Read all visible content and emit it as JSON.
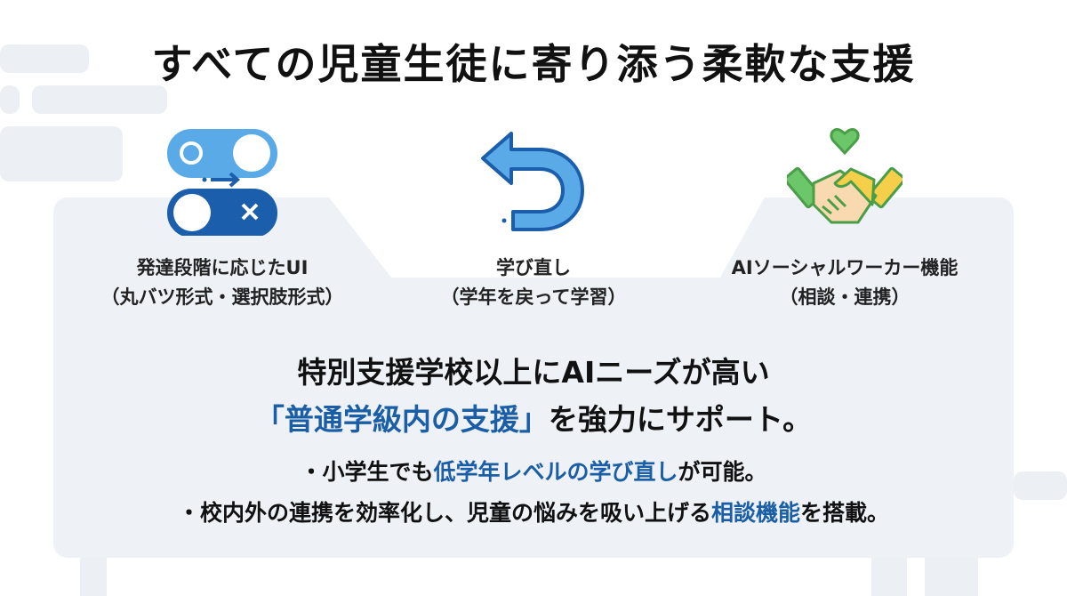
{
  "title": "すべての児童生徒に寄り添う柔軟な支援",
  "features": [
    {
      "icon": "toggle-switch-icon",
      "line1": "発達段階に応じたUI",
      "line2": "（丸バツ形式・選択肢形式）"
    },
    {
      "icon": "undo-arrow-icon",
      "line1": "学び直し",
      "line2": "（学年を戻って学習）"
    },
    {
      "icon": "handshake-heart-icon",
      "line1": "AIソーシャルワーカー機能",
      "line2": "（相談・連携）"
    }
  ],
  "main": {
    "line1": "特別支援学校以上にAIニーズが高い",
    "line2_highlight": "「普通学級内の支援」",
    "line2_rest": "を強力にサポート。"
  },
  "bullets": [
    {
      "pre": "・小学生でも",
      "hl": "低学年レベルの学び直し",
      "post": "が可能。"
    },
    {
      "pre": "・校内外の連携を効率化し、児童の悩みを吸い上げる",
      "hl": "相談機能",
      "post": "を搭載。"
    }
  ],
  "colors": {
    "accent": "#1a5ea6",
    "light_blue": "#5aaae8",
    "dark_blue": "#1b5eab",
    "green": "#5cb85c",
    "yellow": "#f5cf4a"
  }
}
